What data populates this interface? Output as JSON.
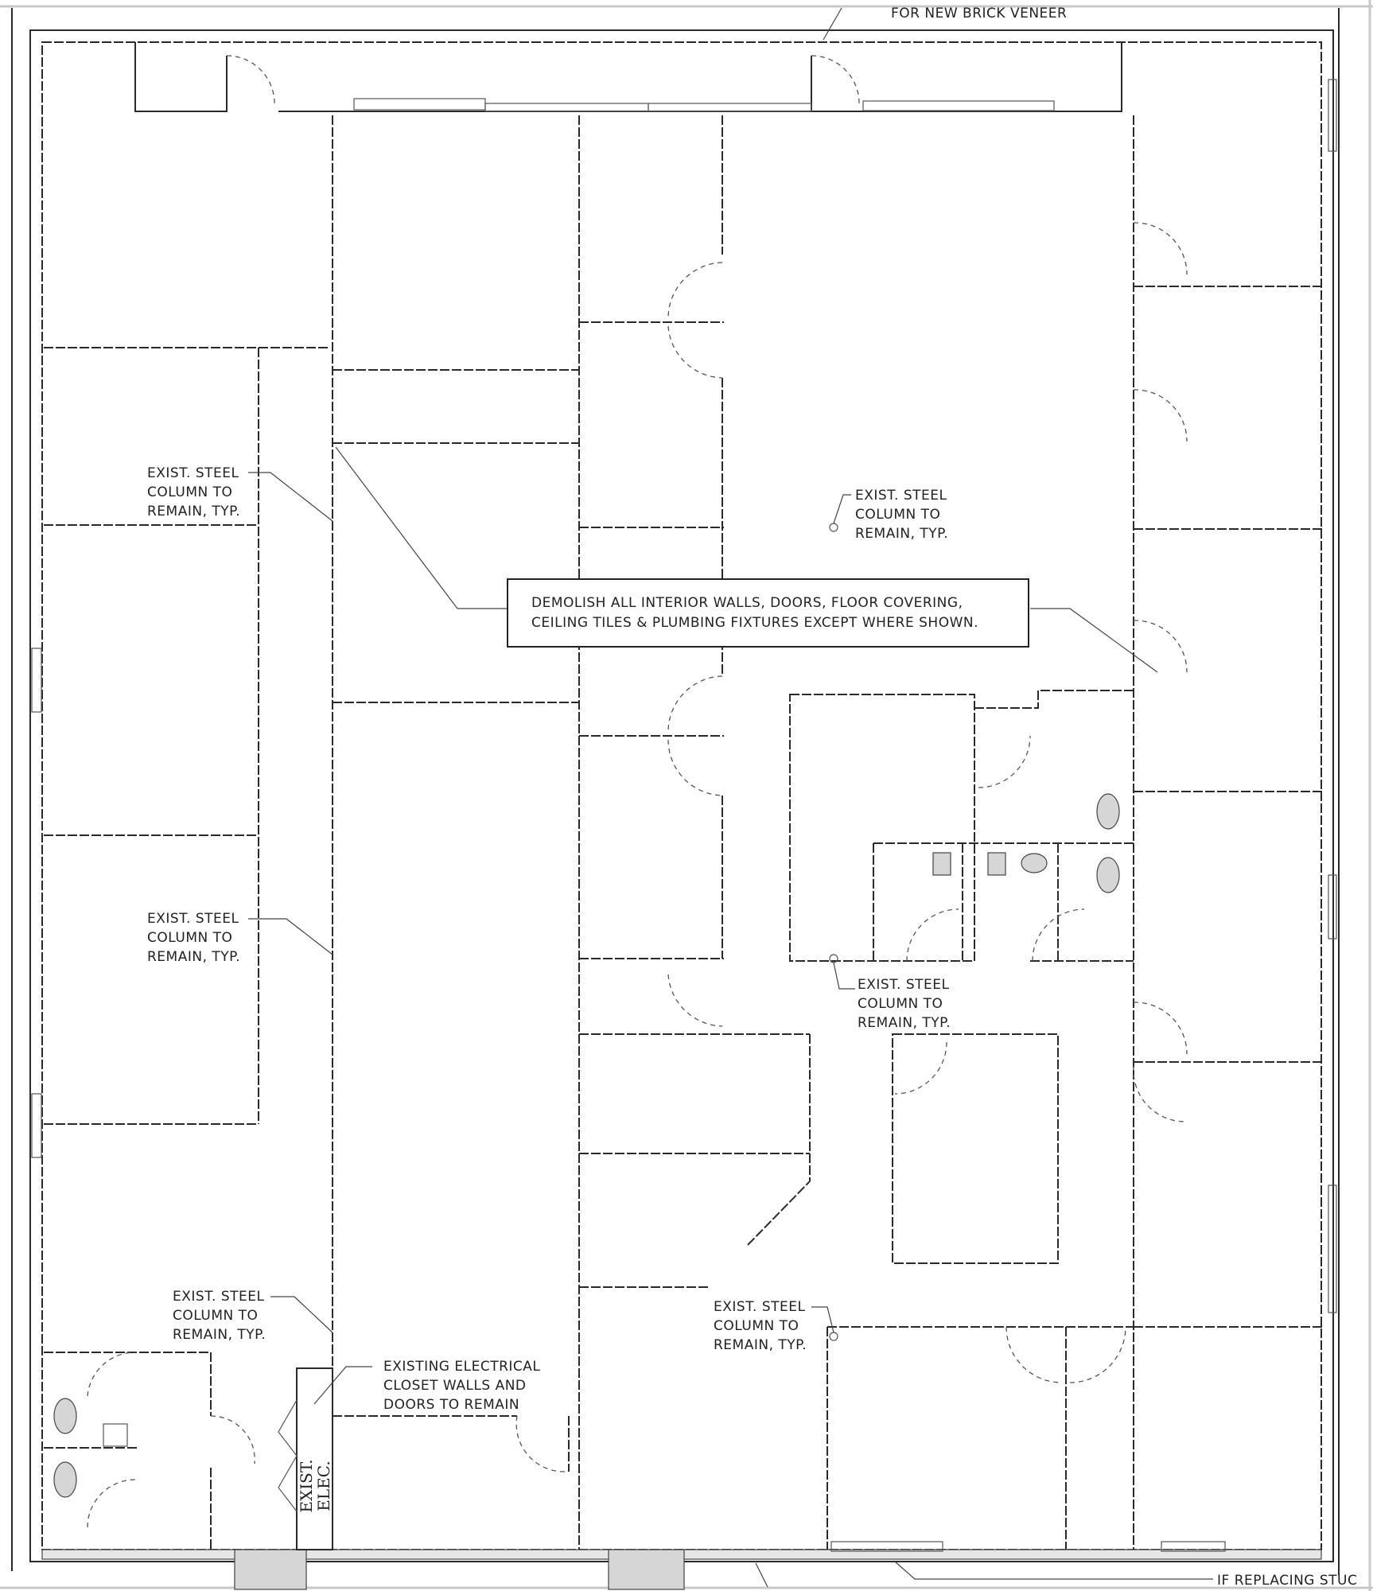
{
  "drawing": {
    "top_note": "FOR NEW BRICK VENEER",
    "bottom_note": "IF REPLACING STUC",
    "main_note": {
      "line1": "DEMOLISH ALL INTERIOR WALLS, DOORS, FLOOR COVERING,",
      "line2": "CEILING TILES & PLUMBING FIXTURES EXCEPT WHERE SHOWN."
    },
    "column_note": {
      "line1": "EXIST. STEEL",
      "line2": "COLUMN TO",
      "line3": "REMAIN, TYP."
    },
    "electrical_note": {
      "line1": "EXISTING ELECTRICAL",
      "line2": "CLOSET WALLS AND",
      "line3": "DOORS TO REMAIN"
    },
    "elec_room": {
      "line1": "EXIST.",
      "line2": "ELEC."
    }
  }
}
